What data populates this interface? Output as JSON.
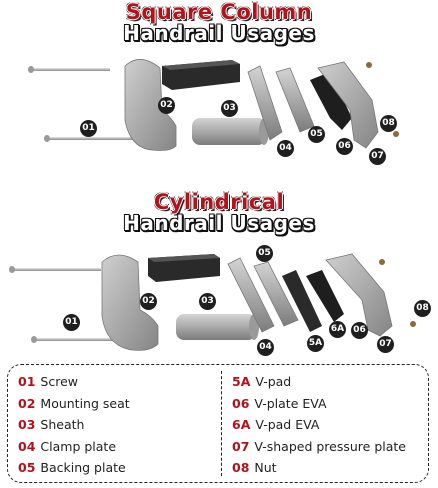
{
  "section1": {
    "title_red": "Square Column",
    "title_white": "Handrail Usages"
  },
  "section2": {
    "title_red": "Cylindrical",
    "title_white": "Handrail Usages"
  },
  "badges1": [
    "01",
    "02",
    "03",
    "04",
    "05",
    "06",
    "07",
    "08"
  ],
  "badges2": [
    "01",
    "02",
    "03",
    "04",
    "05",
    "5A",
    "6A",
    "06",
    "07",
    "08"
  ],
  "legend": {
    "left": [
      {
        "num": "01",
        "label": "Screw"
      },
      {
        "num": "02",
        "label": "Mounting seat"
      },
      {
        "num": "03",
        "label": "Sheath"
      },
      {
        "num": "04",
        "label": "Clamp plate"
      },
      {
        "num": "05",
        "label": "Backing plate"
      }
    ],
    "right": [
      {
        "num": "5A",
        "label": "V-pad"
      },
      {
        "num": "06",
        "label": "V-plate EVA"
      },
      {
        "num": "6A",
        "label": "V-pad EVA"
      },
      {
        "num": "07",
        "label": "V-shaped pressure plate"
      },
      {
        "num": "08",
        "label": "Nut"
      }
    ]
  }
}
